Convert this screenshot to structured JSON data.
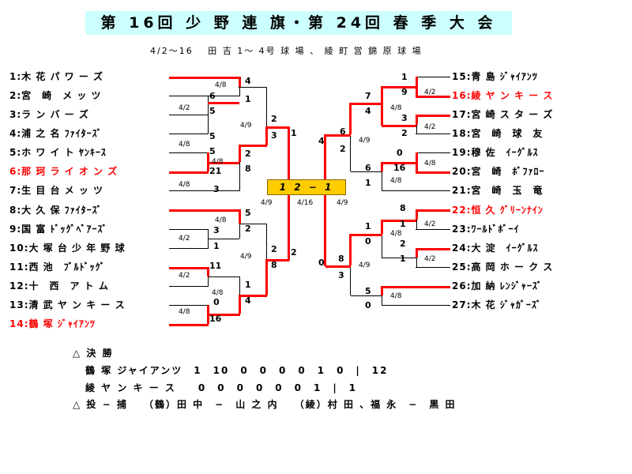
{
  "title": "第 16回 少 野 連 旗・第 24回 春 季 大 会",
  "subtitle": "4/2～16　 田 吉 1～ 4号 球 場 、 綾 町 営 錦 原 球 場",
  "teams_left": [
    {
      "label": "1:木 花 パ ワ ー ズ",
      "red": false
    },
    {
      "label": "2:宮　崎　メ ッ ツ",
      "red": false
    },
    {
      "label": "3:ラ ン バ ー ズ",
      "red": false
    },
    {
      "label": "4:浦 之 名 ﾌｧｲﾀｰｽﾞ",
      "red": false
    },
    {
      "label": "5:ホ ワ イ ト ﾔﾝｷｰｽ",
      "red": false
    },
    {
      "label": "6:那 珂 ラ イ オ ン ズ",
      "red": true
    },
    {
      "label": "7:生 目 台 メ ッ ツ",
      "red": false
    },
    {
      "label": "8:大 久 保 ﾌｧｲﾀｰｽﾞ",
      "red": false
    },
    {
      "label": "9:国 富 ﾄﾞｯｸﾞﾍﾞｱｰｽﾞ",
      "red": false
    },
    {
      "label": "10:大 塚 台 少 年 野 球",
      "red": false
    },
    {
      "label": "11:西 池　ﾌﾞﾙﾄﾞｯｸﾞ",
      "red": false
    },
    {
      "label": "12:十　西　ア ト ム",
      "red": false
    },
    {
      "label": "13:清 武 ヤ ン キ ー ス",
      "red": false
    },
    {
      "label": "14:鶴 塚 ｼﾞｬｲｱﾝﾂ",
      "red": true
    }
  ],
  "teams_right": [
    {
      "label": "15:青 島 ｼﾞｬｲｱﾝﾂ",
      "red": false
    },
    {
      "label": "16:綾 ヤ ン キ ー ス",
      "red": true
    },
    {
      "label": "17:宮 崎 ス タ ー ズ",
      "red": false
    },
    {
      "label": "18:宮　崎　球　友",
      "red": false
    },
    {
      "label": "19:穆 佐　ｲｰｸﾞﾙｽ",
      "red": false
    },
    {
      "label": "20:宮　崎　ﾎﾞﾌｧﾛｰ",
      "red": false
    },
    {
      "label": "21:宮　崎　玉　竜",
      "red": false
    },
    {
      "label": "22:恒 久 ｸﾞﾘｰﾝﾅｲﾝ",
      "red": true
    },
    {
      "label": "23:ﾜｰﾙﾄﾞﾎﾞｰｲ",
      "red": false
    },
    {
      "label": "24:大 淀　ｲｰｸﾞﾙｽ",
      "red": false
    },
    {
      "label": "25:高 岡 ホ ー ク ス",
      "red": false
    },
    {
      "label": "26:加 納 ﾚﾝｼﾞｬｰｽﾞ",
      "red": false
    },
    {
      "label": "27:木 花 ｼﾞｬｶﾞｰｽﾞ",
      "red": false
    }
  ],
  "scores": {
    "l_r1_1": "4",
    "l_r1_2": "1",
    "l_r1_3": "6",
    "l_r1_4": "5",
    "l_r1_5": "5",
    "l_r1_6": "5",
    "l_r1_7": "2",
    "l_r1_8": "8",
    "l_r1_9": "21",
    "l_r1_10": "3",
    "l_r1_11": "5",
    "l_r1_12": "2",
    "l_r1_13": "3",
    "l_r1_14": "1",
    "l_r1_15": "11",
    "l_r1_16": "1",
    "l_r1_17": "4",
    "l_r1_18": "0",
    "l_r1_19": "16",
    "l_qf_1": "2",
    "l_qf_2": "3",
    "l_qf_3": "2",
    "l_qf_4": "8",
    "l_sf_1": "1",
    "l_sf_2": "2",
    "r_r1_1": "1",
    "r_r1_2": "9",
    "r_r1_3": "7",
    "r_r1_4": "4",
    "r_r1_5": "3",
    "r_r1_6": "2",
    "r_r1_7": "0",
    "r_r1_8": "6",
    "r_r1_9": "16",
    "r_r1_10": "1",
    "r_r1_11": "8",
    "r_r1_12": "1",
    "r_r1_13": "1",
    "r_r1_14": "0",
    "r_r1_15": "2",
    "r_r1_16": "1",
    "r_r1_17": "8",
    "r_r1_18": "3",
    "r_r1_19": "5",
    "r_r1_20": "0",
    "r_qf_1": "6",
    "r_qf_2": "2",
    "r_sf_1": "4",
    "r_sf_2": "0"
  },
  "dates": {
    "d48": "4/8",
    "d42": "4/2",
    "d49": "4/9",
    "d416": "4/16"
  },
  "final": {
    "label": "1 2 − 1",
    "heading": "△ 決 勝",
    "line1": "鶴 塚 ジャイアンツ　1　10　0　0　0　0　1　0　|　12",
    "line2": "綾 ヤ ン キ ー ス　　0　0　0　0　0　0　1　|　1",
    "battery": "△ 投 − 捕　 （鶴）田 中　−　山 之 内　 （綾）村 田 、福 永　−　黒 田"
  },
  "colors": {
    "winner_line": "#ff0000",
    "title_bg": "#ccffff",
    "final_bg": "#ffcc00"
  }
}
